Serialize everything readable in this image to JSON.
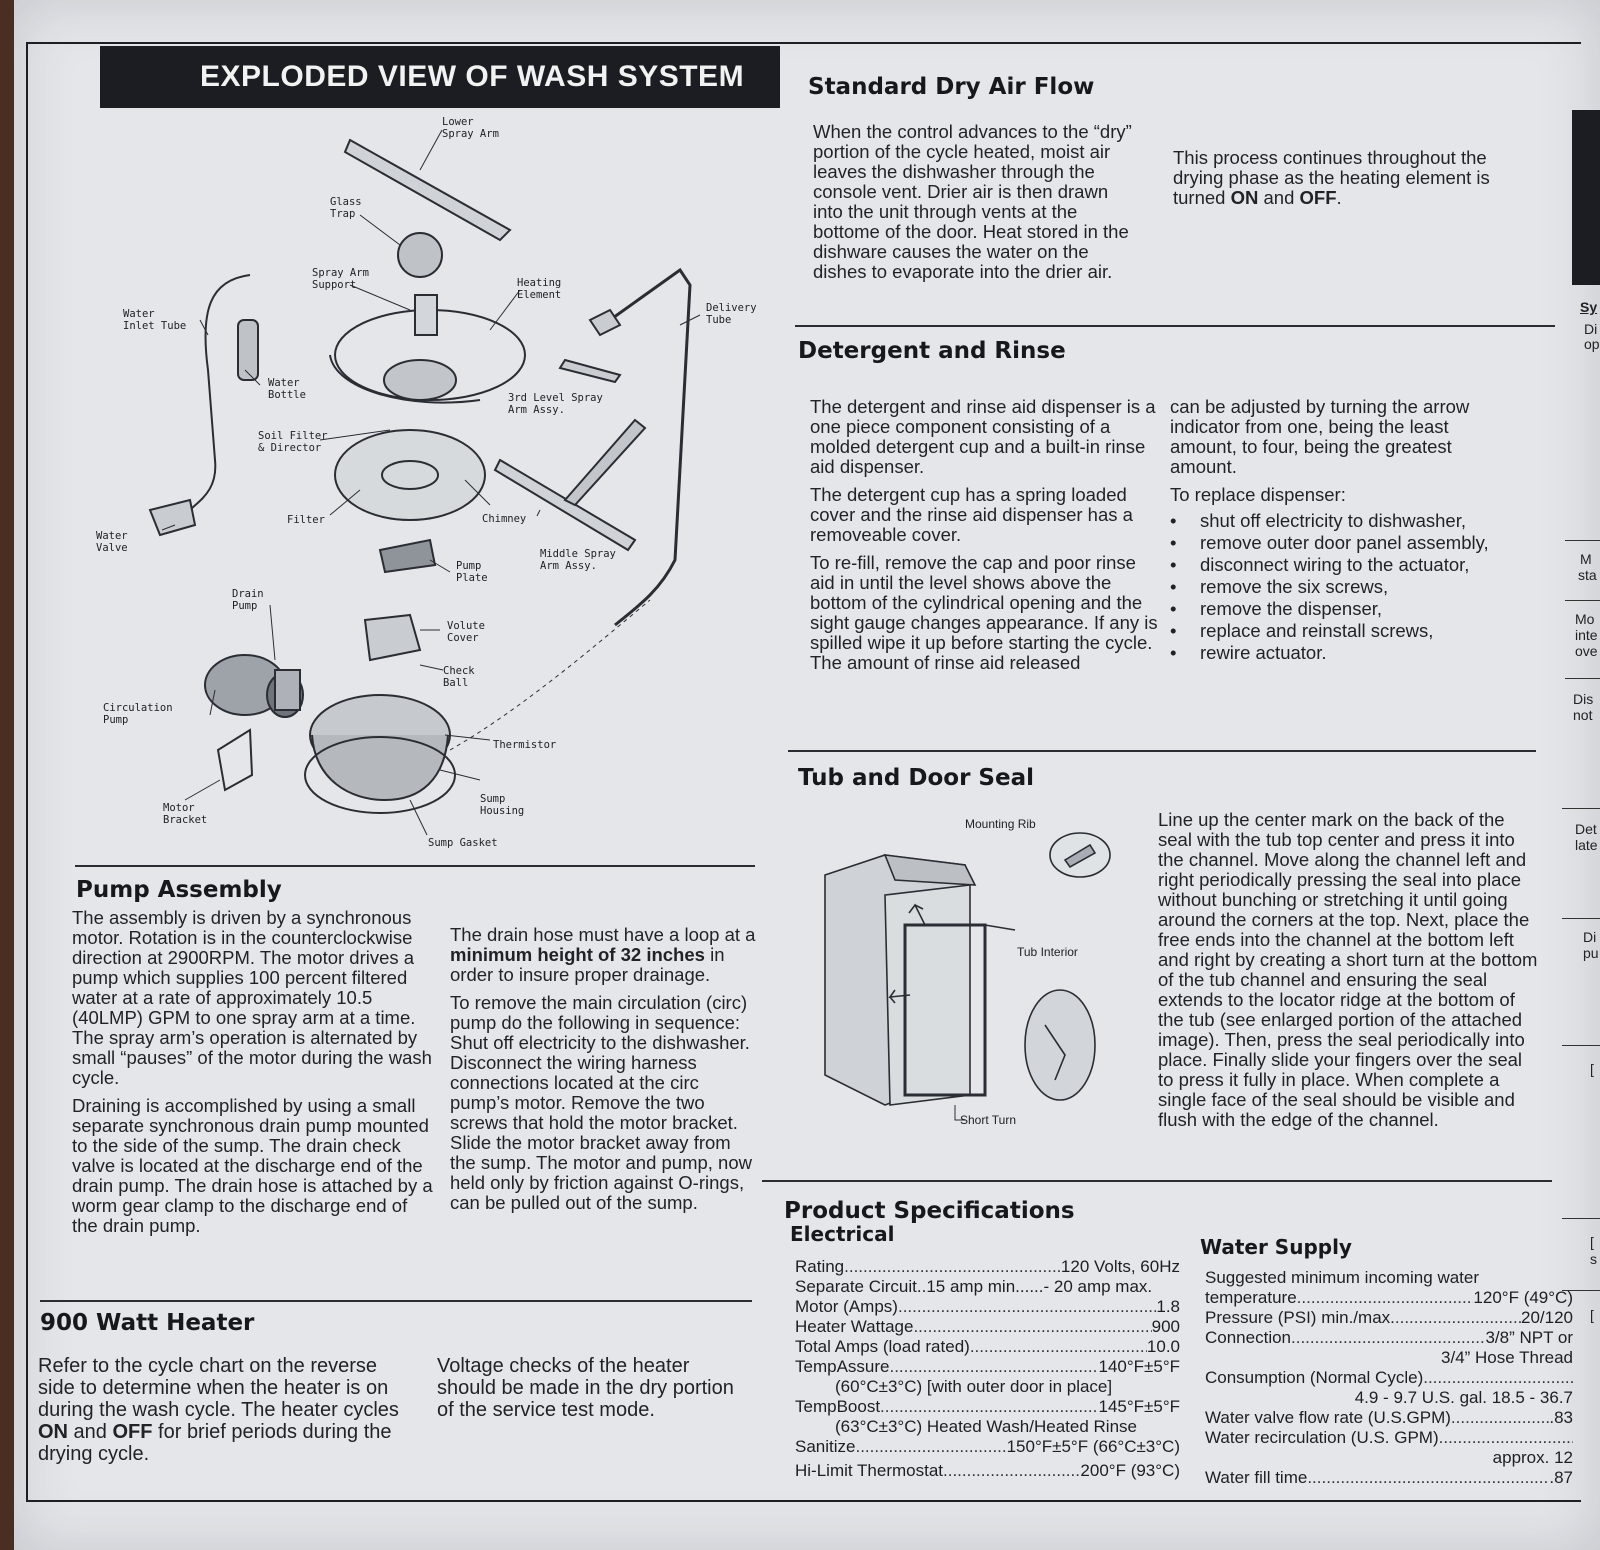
{
  "header": {
    "title": "EXPLODED VIEW OF WASH SYSTEM"
  },
  "diagram": {
    "labels": {
      "lower_spray_arm": "Lower\nSpray Arm",
      "glass_trap": "Glass\nTrap",
      "spray_arm_support": "Spray Arm\nSupport",
      "heating_element": "Heating\nElement",
      "delivery_tube": "Delivery\nTube",
      "water_inlet_tube": "Water\nInlet Tube",
      "water_bottle": "Water\nBottle",
      "soil_filter": "Soil Filter\n& Director",
      "third_level": "3rd Level Spray\nArm Assy.",
      "water_valve": "Water\nValve",
      "filter": "Filter",
      "chimney": "Chimney",
      "middle_spray": "Middle Spray\nArm Assy.",
      "pump_plate": "Pump\nPlate",
      "drain_pump": "Drain\nPump",
      "volute_cover": "Volute\nCover",
      "check_ball": "Check\nBall",
      "circulation_pump": "Circulation\nPump",
      "thermistor": "Thermistor",
      "motor_bracket": "Motor\nBracket",
      "sump_housing": "Sump\nHousing",
      "sump_gasket": "Sump Gasket"
    }
  },
  "dry_air": {
    "heading": "Standard Dry Air Flow",
    "col1": "When the control advances to the “dry” portion of the cycle heated, moist air leaves the dishwasher through the console vent. Drier air is then drawn into the unit through vents at the bottome of the door. Heat stored in the dishware causes the water on the dishes to evaporate into the drier air.",
    "col2_a": "This process continues throughout the drying phase as the heating element is turned ",
    "col2_on": "ON",
    "col2_and": " and ",
    "col2_off": "OFF",
    "col2_end": "."
  },
  "detergent": {
    "heading": "Detergent and Rinse",
    "p1": "The detergent and rinse aid dispenser is a one piece component consisting of a molded detergent cup and a built-in rinse aid dispenser.",
    "p2": "The detergent cup has a spring loaded cover and the rinse aid dispenser has a removeable cover.",
    "p3": "To re-fill, remove the cap and poor rinse aid in until the level shows above the bottom of the cylindrical opening and the sight gauge changes appearance. If any is spilled wipe it up before starting the cycle. The amount of rinse aid released",
    "p4": "can be adjusted by turning the arrow indicator from one, being the least amount, to four, being the greatest amount.",
    "p5": "To replace dispenser:",
    "steps": [
      "shut off electricity to dishwasher,",
      "remove outer door panel assembly,",
      "disconnect wiring to the actuator,",
      "remove the six screws,",
      "remove the dispenser,",
      "replace and reinstall screws,",
      "rewire actuator."
    ]
  },
  "seal": {
    "heading": "Tub and Door Seal",
    "mounting_rib": "Mounting Rib",
    "tub_interior": "Tub Interior",
    "short_turn": "Short Turn",
    "text": "Line up the center mark on the back of the seal with the tub top center and press it into the channel. Move along the channel left and right periodically pressing the seal into place without bunching or stretching it until going around the corners at the top. Next, place the free ends into the channel at the bottom left and right by creating a short turn at the bottom of the tub channel and ensuring the seal extends to the locator ridge at the bottom of the tub (see enlarged portion of the attached image). Then, press the seal periodically into place. Finally slide your fingers over the seal to press it fully in place. When complete a single face of the seal should be visible and flush with the edge of the channel."
  },
  "pump": {
    "heading": "Pump Assembly",
    "p1": "The assembly is driven by a synchronous motor. Rotation is in the counterclockwise direction at 2900RPM. The motor drives a pump which supplies 100 percent filtered water at a rate of approximately 10.5 (40LMP) GPM to one spray arm at a time. The spray arm’s operation is alternated by small “pauses” of the motor during the wash cycle.",
    "p2": "Draining is accomplished by using a small separate synchronous drain pump mounted to the side of the sump. The drain check valve is located at the discharge end of the drain pump. The drain hose is attached by a worm gear clamp to the discharge end of the drain pump.",
    "p3a": "The drain hose must have a loop at a ",
    "p3b": "minimum height of 32 inches",
    "p3c": " in order to insure proper drainage.",
    "p4": "To remove the main circulation (circ) pump do the following in sequence: Shut off electricity to the dishwasher. Disconnect the wiring harness connections located at the circ pump’s motor. Remove the two screws that hold the motor bracket. Slide the motor bracket away from the sump. The motor and pump, now held only by friction against O-rings, can be pulled out of the sump."
  },
  "heater": {
    "heading": "900 Watt Heater",
    "p1a": "Refer to the cycle chart on the reverse side to determine when the heater is on during the wash cycle. The heater cycles ",
    "p1on": "ON",
    "p1and": " and ",
    "p1off": "OFF",
    "p1end": " for brief periods during the drying cycle.",
    "p2": "Voltage checks of the heater should be made in the dry portion of the service test mode."
  },
  "specs": {
    "heading": "Product Specifications",
    "electrical_heading": "Electrical",
    "electrical": [
      {
        "label": "Rating",
        "value": "120 Volts, 60Hz"
      },
      {
        "label": "Separate Circuit..15 amp min......- 20 amp max.",
        "value": ""
      },
      {
        "label": "Motor (Amps)",
        "value": "1.8"
      },
      {
        "label": "Heater Wattage",
        "value": "900"
      },
      {
        "label": "Total Amps (load rated)",
        "value": "10.0"
      },
      {
        "label": "TempAssure",
        "value": "140°F±5°F"
      },
      {
        "label": "(60°C±3°C) [with outer door in place]",
        "value": ""
      },
      {
        "label": "TempBoost",
        "value": "145°F±5°F"
      },
      {
        "label": "(63°C±3°C) Heated Wash/Heated Rinse",
        "value": ""
      },
      {
        "label": "Sanitize",
        "value": "150°F±5°F (66°C±3°C)"
      },
      {
        "label": "Hi-Limit Thermostat ",
        "value": "200°F (93°C)"
      }
    ],
    "water_heading": "Water Supply",
    "water": [
      {
        "label": "Suggested minimum incoming water",
        "value": ""
      },
      {
        "label": " temperature",
        "value": "120°F (49°C)"
      },
      {
        "label": "Pressure (PSI) min./max.",
        "value": "20/120"
      },
      {
        "label": "Connection",
        "value": "3/8” NPT or"
      },
      {
        "label": "",
        "value": "3/4” Hose Thread"
      },
      {
        "label": "Consumption (Normal Cycle)",
        "value": ""
      },
      {
        "label": "",
        "value": "4.9 - 9.7 U.S. gal. 18.5 - 36.7"
      },
      {
        "label": "Water valve flow rate (U.S.GPM)",
        "value": ".83"
      },
      {
        "label": "Water recirculation (U.S. GPM)",
        "value": ""
      },
      {
        "label": "",
        "value": "approx. 12"
      },
      {
        "label": "Water fill time",
        "value": ".87"
      }
    ]
  },
  "edge_fragments": [
    "Sy",
    "Di",
    "op",
    "M",
    "sta",
    "Mo",
    "inte",
    "ove",
    "Dis",
    "not",
    "Det",
    "late",
    "Di",
    "pu",
    "[",
    "[",
    "s",
    "["
  ]
}
